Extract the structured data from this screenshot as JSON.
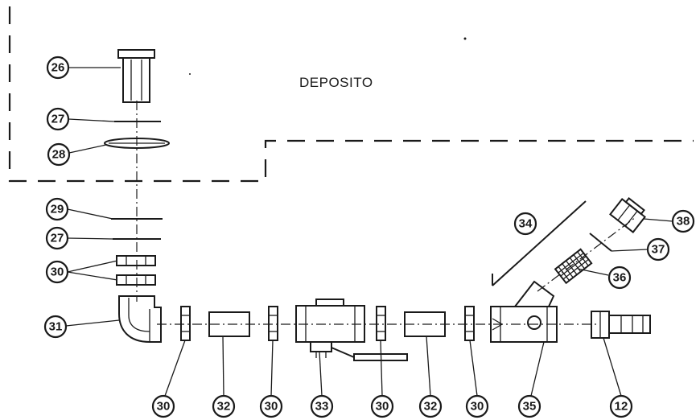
{
  "diagram": {
    "tank_label": "DEPOSITO",
    "callouts": {
      "c26": "26",
      "c27a": "27",
      "c28": "28",
      "c29": "29",
      "c27b": "27",
      "c30a": "30",
      "c31": "31",
      "c30b": "30",
      "c32a": "32",
      "c30c": "30",
      "c33": "33",
      "c30d": "30",
      "c32b": "32",
      "c30e": "30",
      "c34": "34",
      "c35": "35",
      "c36": "36",
      "c37": "37",
      "c38": "38",
      "c12": "12"
    }
  }
}
